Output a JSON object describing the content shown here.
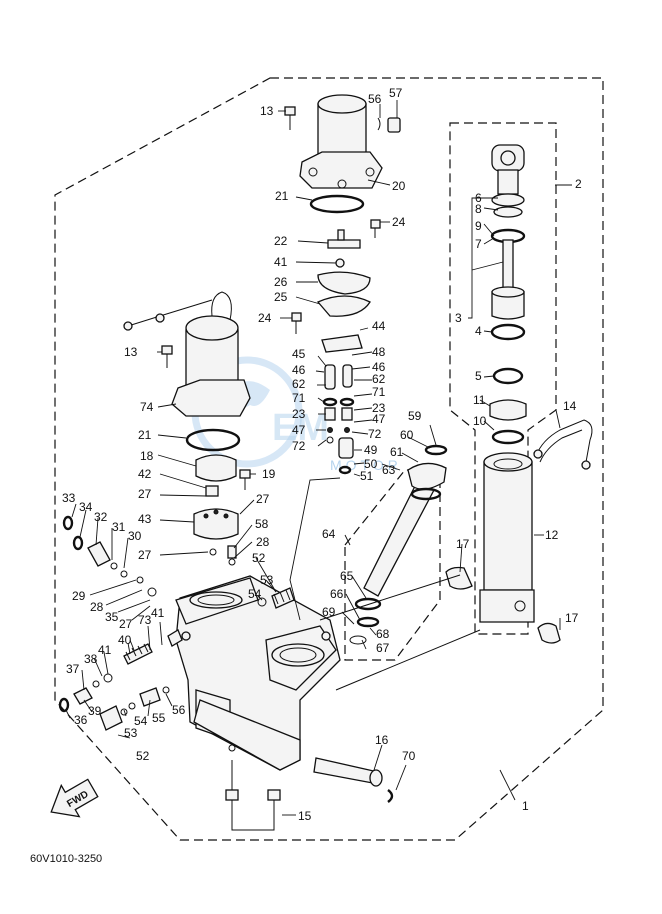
{
  "diagram_code": "60V1010-3250",
  "fwd_arrow_label": "FWD",
  "watermark_text": "MOTOR",
  "callouts": [
    "1",
    "2",
    "3",
    "4",
    "5",
    "6",
    "7",
    "8",
    "9",
    "10",
    "11",
    "12",
    "13",
    "14",
    "15",
    "16",
    "17",
    "18",
    "19",
    "20",
    "21",
    "22",
    "23",
    "24",
    "25",
    "26",
    "27",
    "28",
    "29",
    "30",
    "31",
    "32",
    "33",
    "34",
    "35",
    "36",
    "37",
    "38",
    "39",
    "40",
    "41",
    "42",
    "43",
    "44",
    "45",
    "46",
    "47",
    "48",
    "49",
    "50",
    "51",
    "52",
    "53",
    "54",
    "55",
    "56",
    "57",
    "58",
    "59",
    "60",
    "61",
    "62",
    "63",
    "64",
    "65",
    "66",
    "67",
    "68",
    "69",
    "70",
    "71",
    "72",
    "73",
    "74"
  ],
  "colors": {
    "line": "#111111",
    "watermark": "#b6d4ee",
    "background": "#ffffff"
  }
}
